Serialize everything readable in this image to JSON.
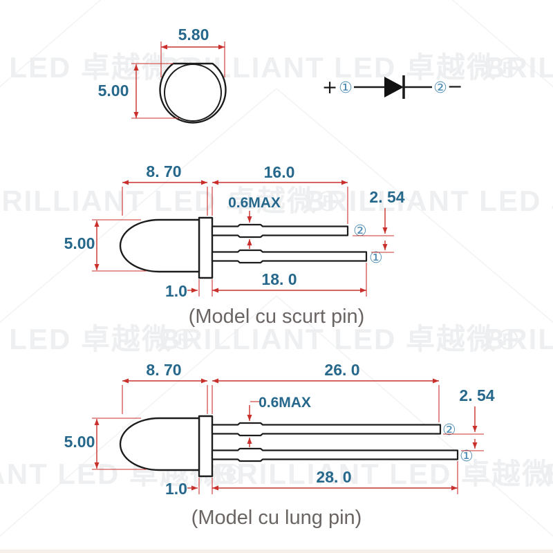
{
  "colors": {
    "dimension_lines": "#c9302c",
    "dimension_text": "#26688c",
    "outline": "#1c1c1c",
    "pin_number_text": "#4d8cb5",
    "caption_text": "#6a6462",
    "background": "#ffffff"
  },
  "top_view": {
    "width_label": "5.80",
    "height_label": "5.00"
  },
  "schematic": {
    "plus_sign": "+",
    "anode_number": "①",
    "cathode_number": "②",
    "minus_sign": "−"
  },
  "short_model": {
    "body_length": "8. 70",
    "top_pin_length": "16.0",
    "pin_thickness": "0.6MAX",
    "pin_pitch": "2. 54",
    "body_diameter": "5.00",
    "flange_width": "1.0",
    "bottom_pin_length": "18. 0",
    "top_pin_number": "②",
    "bottom_pin_number": "①",
    "caption": "(Model cu scurt pin)"
  },
  "long_model": {
    "body_length": "8. 70",
    "top_pin_length": "26. 0",
    "pin_thickness": "0.6MAX",
    "pin_pitch": "2. 54",
    "body_diameter": "5.00",
    "flange_width": "1.0",
    "bottom_pin_length": "28. 0",
    "top_pin_number": "②",
    "bottom_pin_number": "①",
    "caption": "(Model cu lung pin)"
  },
  "watermark": {
    "text": "BRILLIANT LED 卓越微®"
  }
}
